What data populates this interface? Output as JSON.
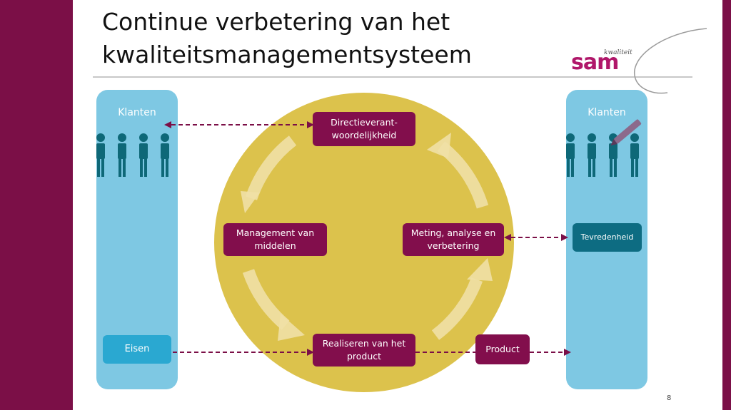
{
  "title": "Continue verbetering van het kwaliteitsmanagementsysteem",
  "logo": {
    "text": "sam",
    "tagline": "kwaliteit",
    "color": "#b0176a"
  },
  "columns": {
    "left_label": "Klanten",
    "right_label": "Klanten"
  },
  "boxes": {
    "top": "Directieverant-woordelijkheid",
    "left": "Management van middelen",
    "right": "Meting, analyse en verbetering",
    "bottom": "Realiseren van het product",
    "product": "Product",
    "tevredenheid": "Tevredenheid",
    "eisen": "Eisen"
  },
  "page_number": "8",
  "colors": {
    "brand_band": "#7b0f47",
    "column_blue": "#7ec8e3",
    "circle_gold": "#dcc24c",
    "box_maroon": "#820e4c",
    "box_teal": "#0d6c82",
    "box_eisen": "#2aa8d1",
    "people": "#0e6878",
    "arrow_dashed": "#7b0f47"
  },
  "icons": [
    "people-group-icon",
    "pen-icon",
    "swoosh-icon"
  ]
}
